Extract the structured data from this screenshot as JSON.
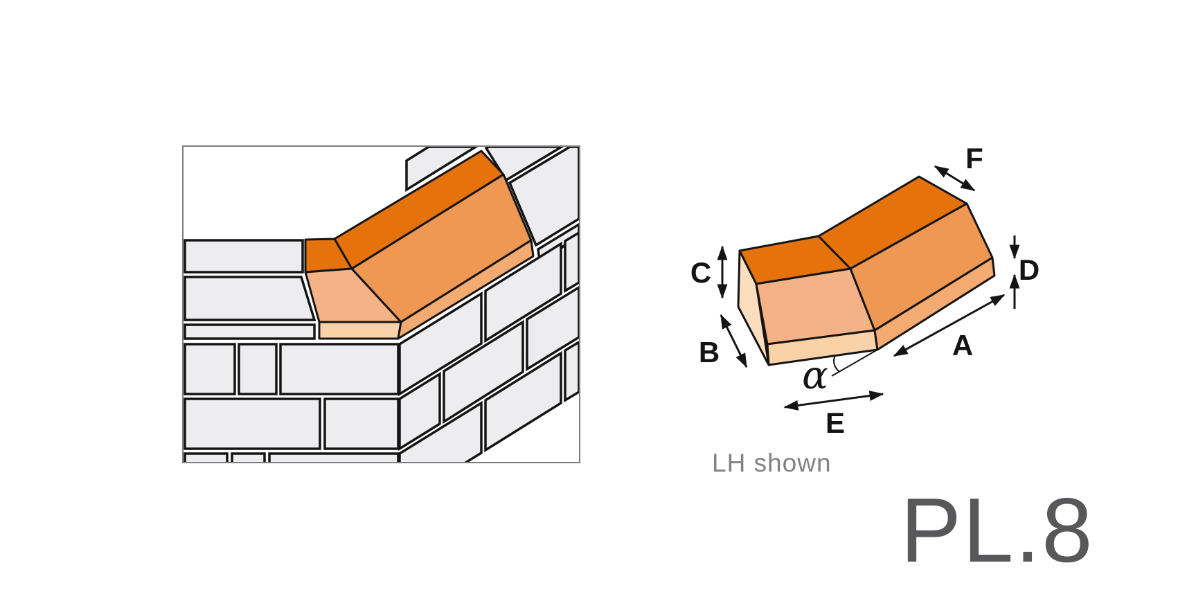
{
  "page": {
    "background": "#ffffff"
  },
  "wall_illustration": {
    "description": "Brick wall corner with orange plinth external return brick on top course",
    "border_color": "#7d7d7d"
  },
  "dimension_diagram": {
    "labels": {
      "a": "A",
      "b": "B",
      "c": "C",
      "d": "D",
      "e": "E",
      "f": "F",
      "alpha": "α"
    },
    "note": "LH shown"
  },
  "product_code": "PL.8",
  "colors": {
    "line": "#141414",
    "grey_brick": "#ededef",
    "brick_top": "#e6720c",
    "brick_slope_left": "#f5b286",
    "brick_slope_right": "#ef9853",
    "brick_base_left": "#f9d2a8",
    "brick_base_right": "#f3ab72",
    "brick_end": "#fcdebe",
    "note_text": "#828282",
    "code_text": "#58585a"
  }
}
